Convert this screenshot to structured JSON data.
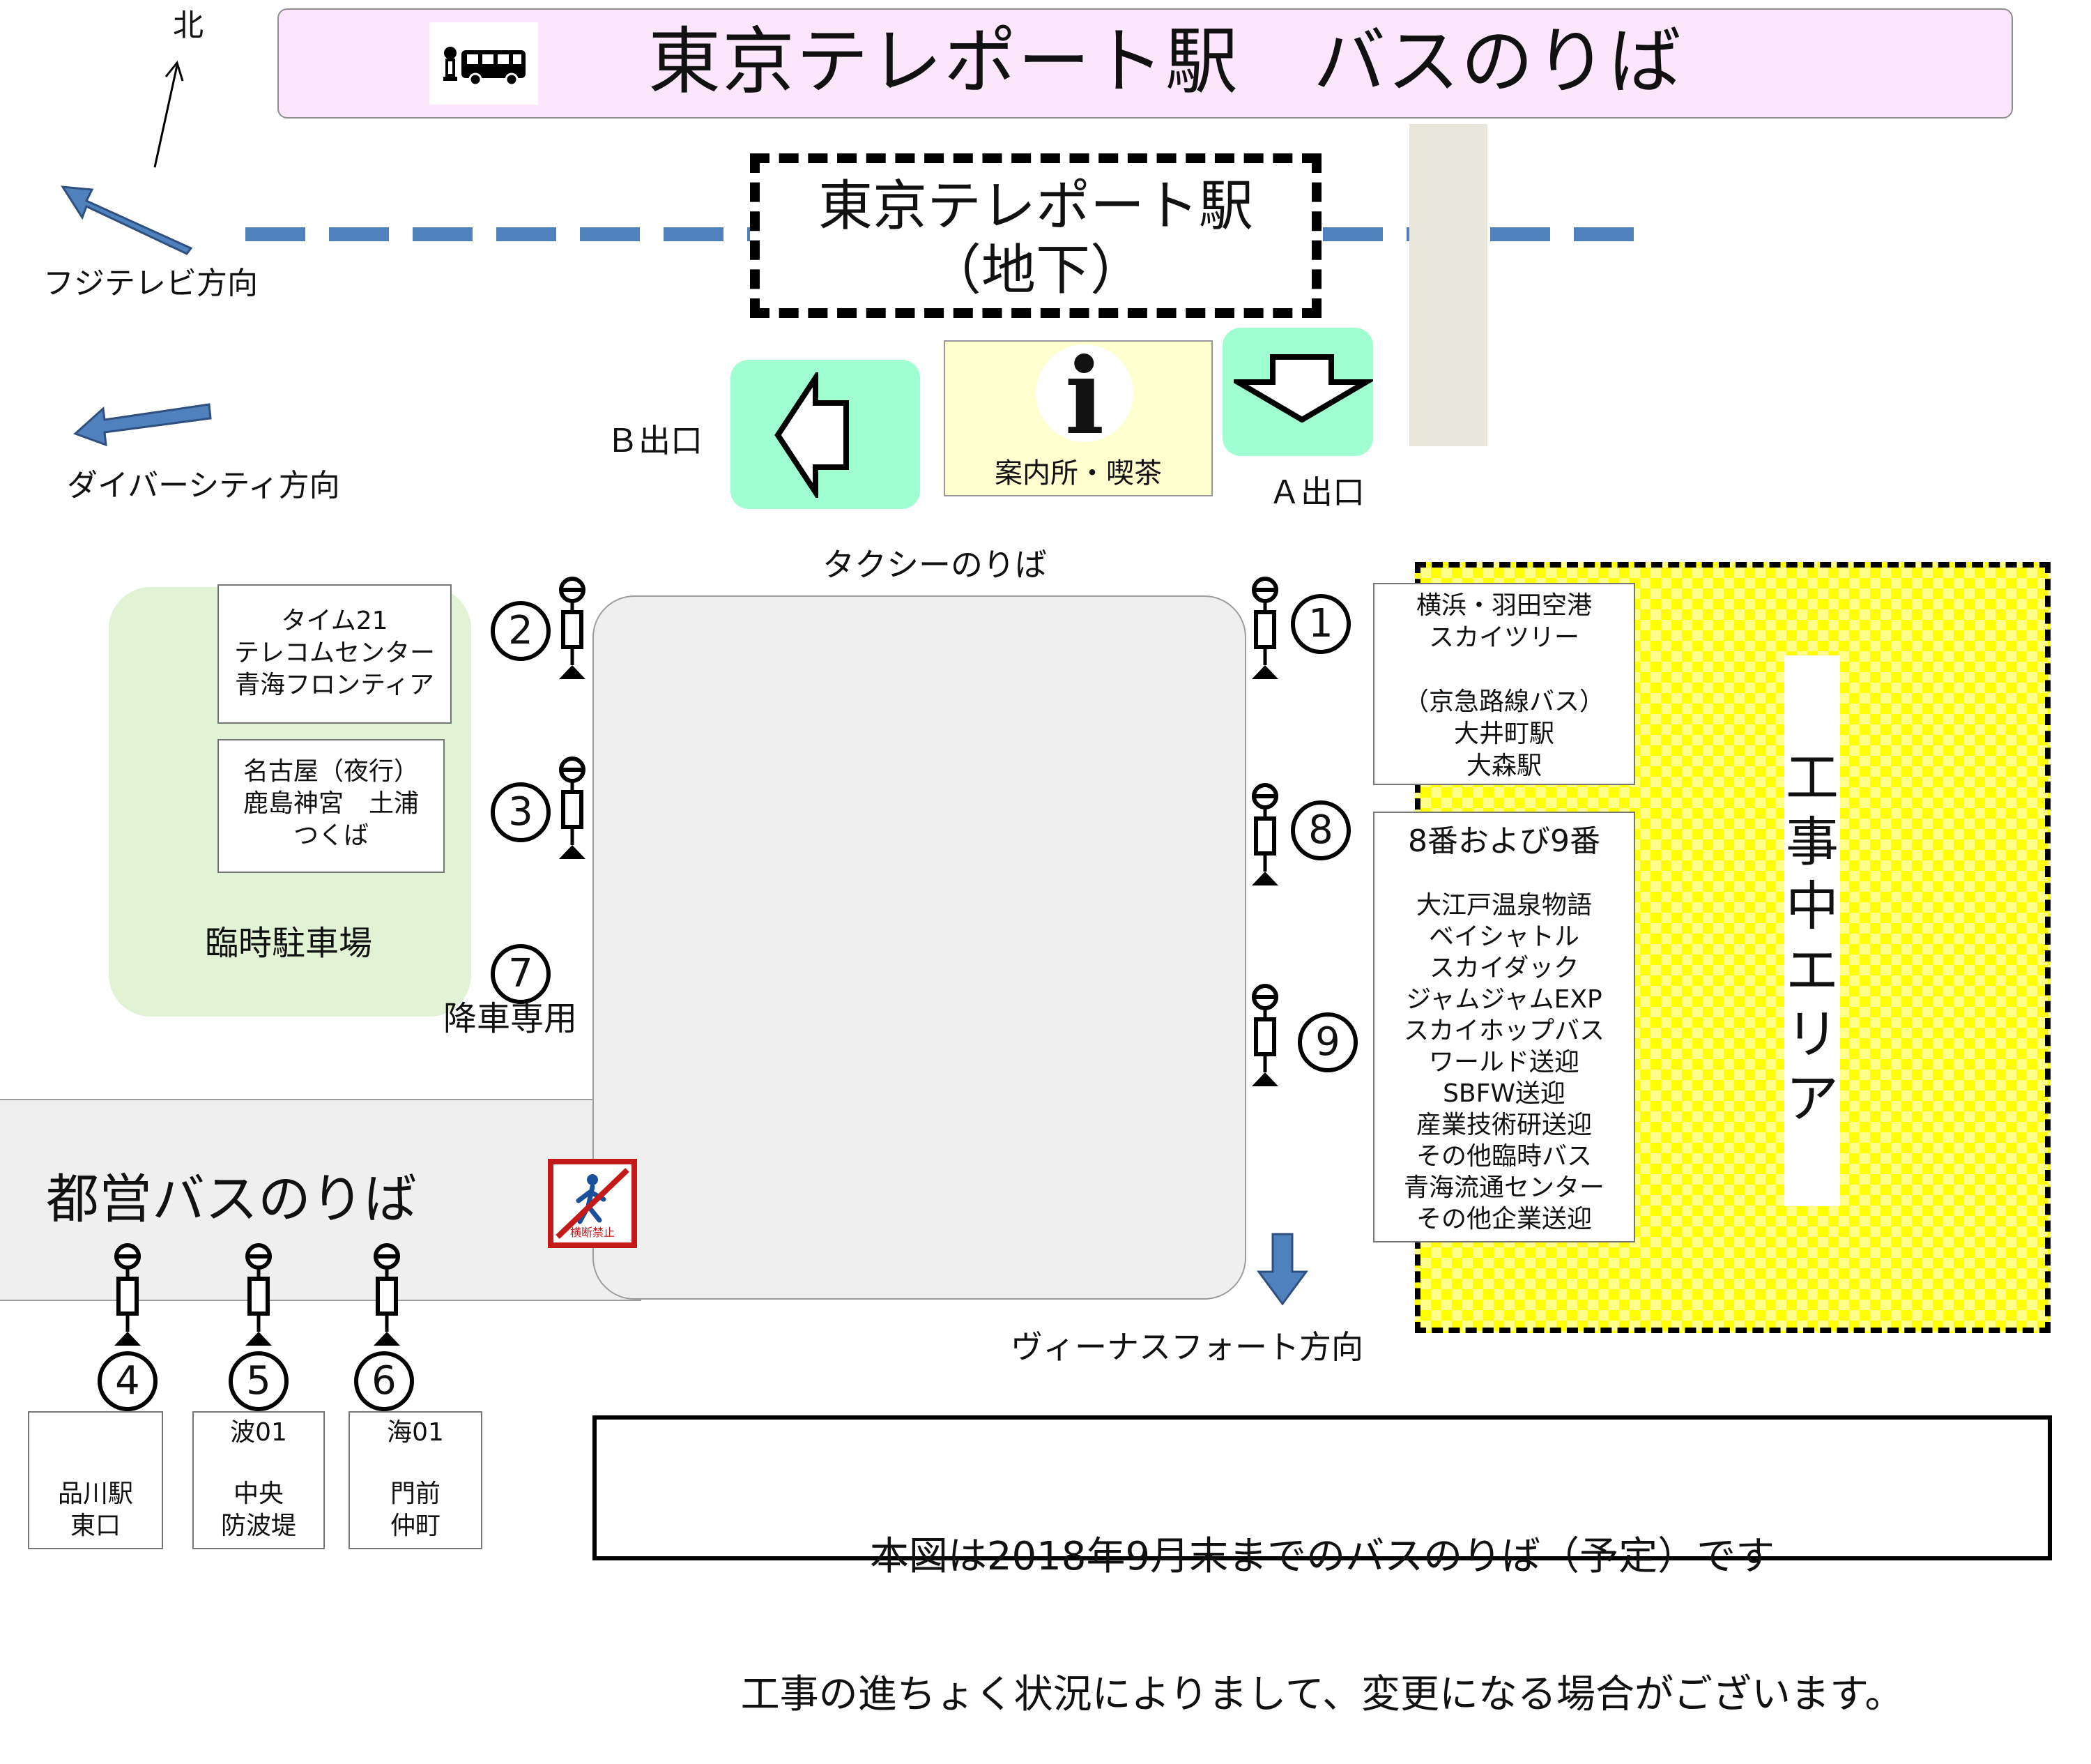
{
  "title": "東京テレポート駅　バスのりば",
  "north": "北",
  "directions": {
    "fuji_tv": "フジテレビ方向",
    "diver_city": "ダイバーシティ方向",
    "venus_fort": "ヴィーナスフォート方向"
  },
  "station": {
    "line1": "東京テレポート駅",
    "line2": "（地下）"
  },
  "exits": {
    "b": "Ｂ出口",
    "a": "Ａ出口"
  },
  "info": {
    "icon": "i",
    "label": "案内所・喫茶"
  },
  "taxi": "タクシーのりば",
  "parking": "臨時駐車場",
  "dropoff_only": "降車専用",
  "toei_bus": "都営バスのりば",
  "construction_area": "工事中エリア",
  "no_crossing_sign": "横断禁止",
  "stops": {
    "s1": {
      "number": "1",
      "destinations": "横浜・羽田空港\nスカイツリー\n\n（京急路線バス）\n大井町駅\n大森駅"
    },
    "s2": {
      "number": "2",
      "destinations": "タイム21\nテレコムセンター\n青海フロンティア"
    },
    "s3": {
      "number": "3",
      "destinations": "名古屋（夜行）\n鹿島神宮　土浦\nつくば"
    },
    "s4": {
      "number": "4",
      "route": "",
      "destinations": "品川駅\n東口"
    },
    "s5": {
      "number": "5",
      "route": "波01",
      "destinations": "中央\n防波堤"
    },
    "s6": {
      "number": "6",
      "route": "海01",
      "destinations": "門前\n仲町"
    },
    "s7": {
      "number": "7"
    },
    "s8": {
      "number": "8"
    },
    "s9": {
      "number": "9"
    },
    "s89": {
      "header": "8番および9番",
      "destinations": "大江戸温泉物語\nベイシャトル\nスカイダック\nジャムジャムEXP\nスカイホップバス\nワールド送迎\nSBFW送迎\n産業技術研送迎\nその他臨時バス\n青海流通センター\nその他企業送迎"
    }
  },
  "notice": {
    "line1": "本図は2018年9月末までのバスのりば（予定）です",
    "line2": "工事の進ちょく状況によりまして、変更になる場合がございます。"
  },
  "colors": {
    "title_bg": "#fbe6fb",
    "arrow_blue": "#4f81bd",
    "exit_green": "#9fffd0",
    "info_bg": "#ffffcf",
    "parking_green": "#e2f2d4",
    "construction_yellow": "#ffff00",
    "road_gray": "#efefef"
  }
}
